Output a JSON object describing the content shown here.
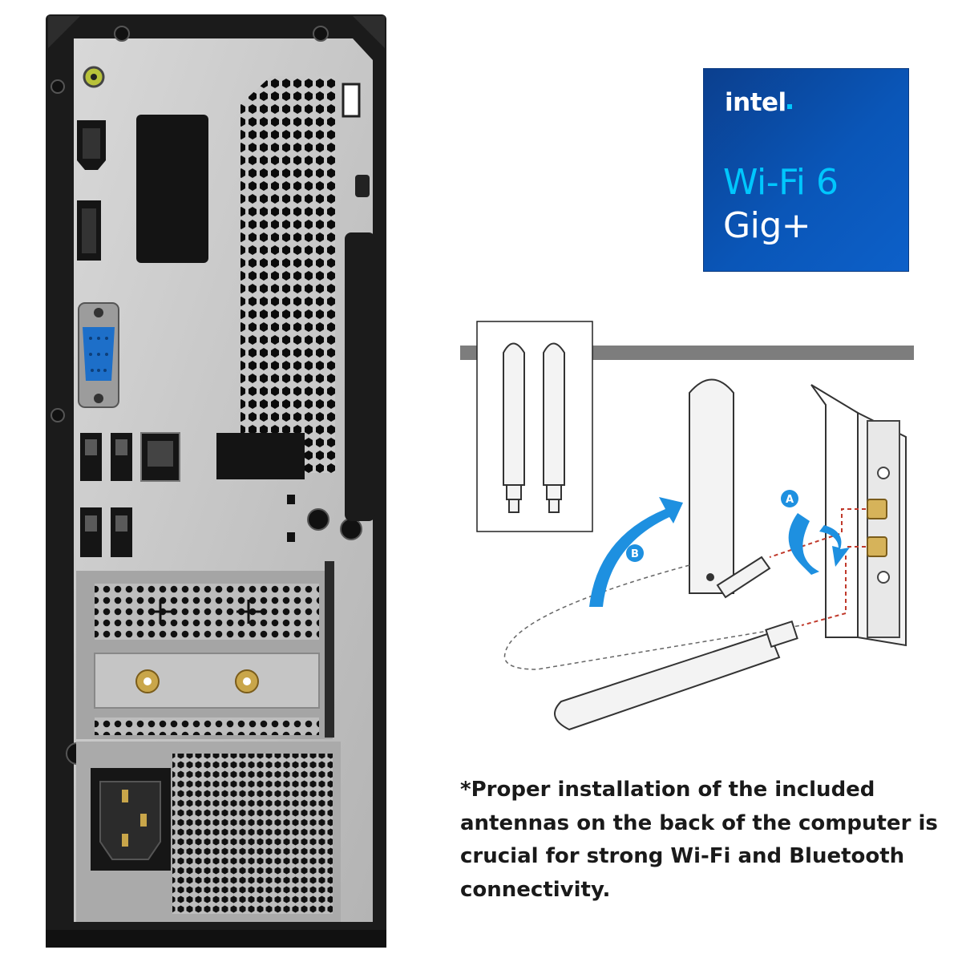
{
  "badge": {
    "brand": "intel",
    "line1": "Wi-Fi 6",
    "line2": "Gig+"
  },
  "diagram": {
    "step_a": "A",
    "step_b": "B"
  },
  "note": {
    "text": "*Proper installation of the included antennas on the back of the computer is crucial for strong Wi-Fi and Bluetooth connectivity."
  },
  "colors": {
    "intel_blue": "#0a56b8",
    "intel_cyan": "#00c7fd",
    "arrow_blue": "#1e90e0",
    "cable_red": "#c0392b"
  },
  "icons": [
    "headphone-jack-icon",
    "hdmi-port-icon",
    "displayport-icon",
    "vga-port-icon",
    "usb-port-icon",
    "ethernet-port-icon",
    "antenna-connector-icon",
    "power-inlet-icon",
    "rotate-arrow-icon"
  ]
}
